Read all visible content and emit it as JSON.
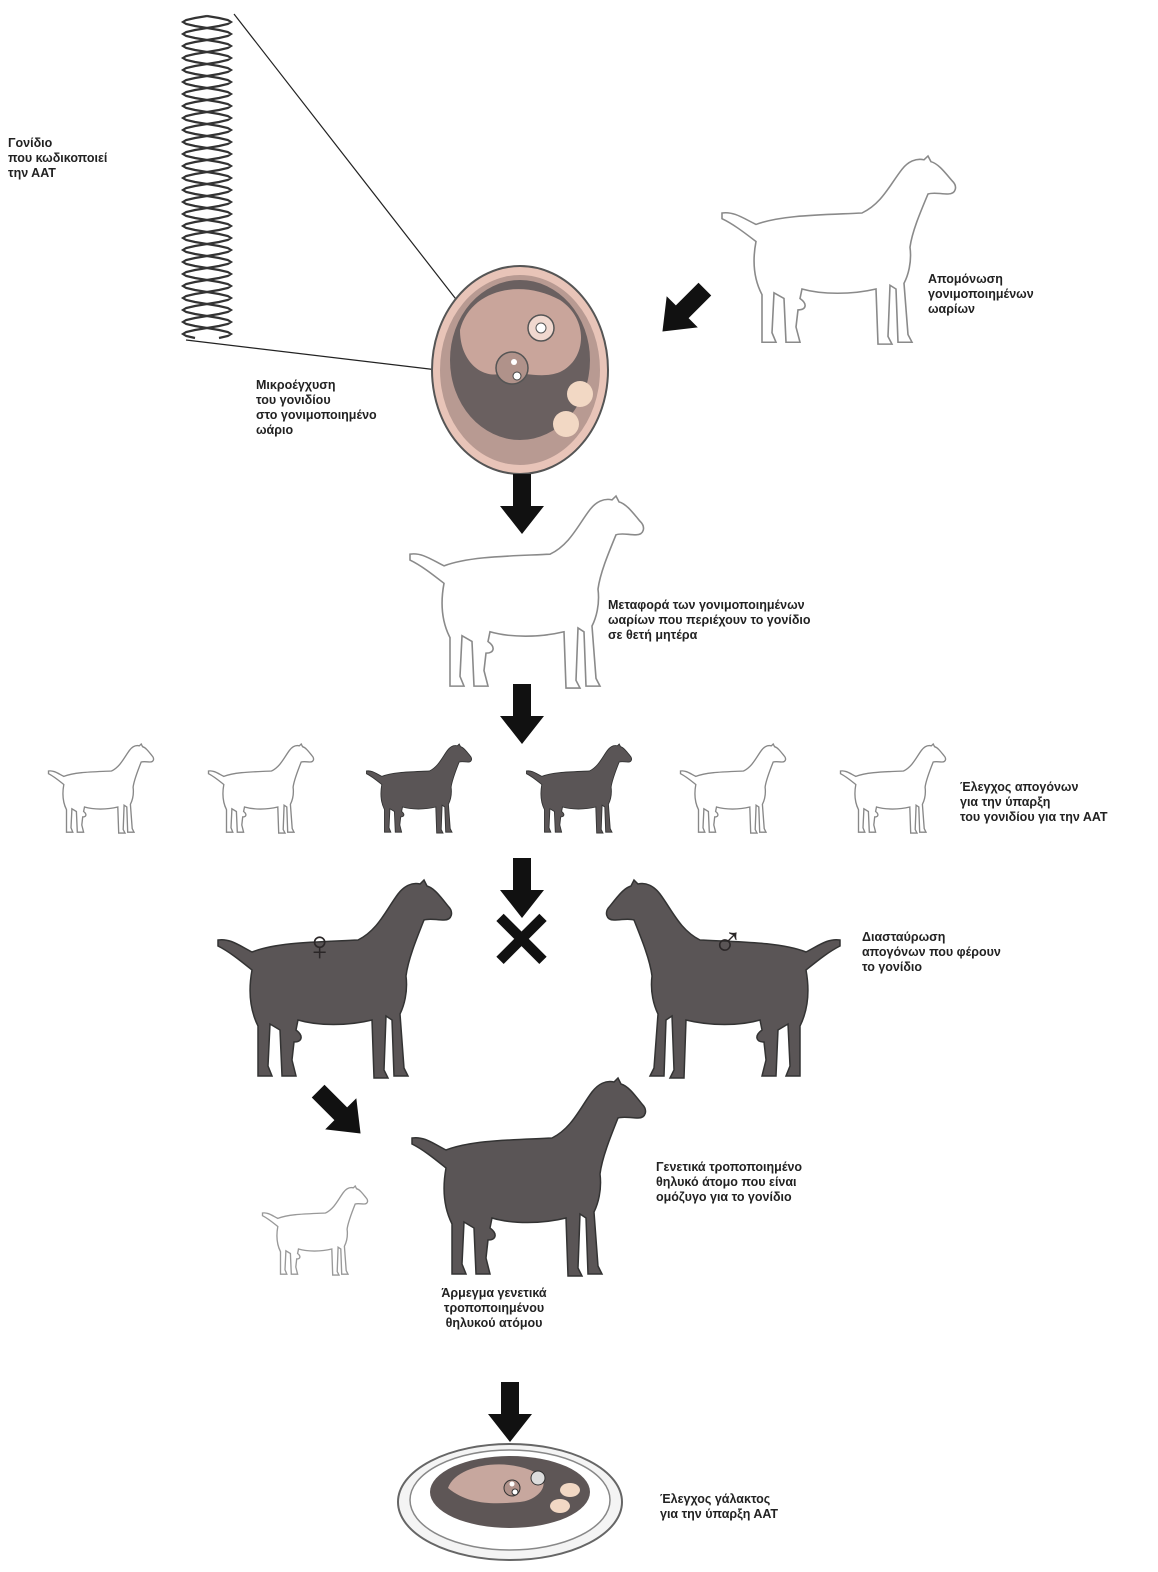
{
  "labels": {
    "gene": "Γονίδιο\nπου κωδικοποιεί\nτην ΑΑΤ",
    "isolation": "Απομόνωση\nγονιμοποιημένων\nωαρίων",
    "microinjection": "Μικροέγχυση\nτου γονιδίου\nστο γονιμοποιημένο\nωάριο",
    "transfer": "Μεταφορά των γονιμοποιημένων\nωαρίων που περιέχουν το γονίδιο\nσε θετή μητέρα",
    "offspring_test": "Έλεγχος απογόνων\nγια την ύπαρξη\nτου γονιδίου για την ΑΑΤ",
    "crossing": "Διασταύρωση\nαπογόνων που φέρουν\nτο γονίδιο",
    "homozygous": "Γενετικά τροποποιημένο\nθηλυκό άτομο που είναι\nομόζυγο για το γονίδιο",
    "milking": "Άρμεγμα γενετικά\nτροποποιημένου\nθηλυκού ατόμου",
    "milk_test": "Έλεγχος γάλακτος\nγια την ύπαρξη ΑΑΤ"
  },
  "symbols": {
    "female": "♀",
    "male": "♂",
    "cross": "✕"
  },
  "colors": {
    "transgenic": "#5a5556",
    "outline": "#8a8a8a",
    "arrow": "#111111",
    "egg_outer": "#e8c4b8",
    "egg_inner": "#6a6060"
  }
}
